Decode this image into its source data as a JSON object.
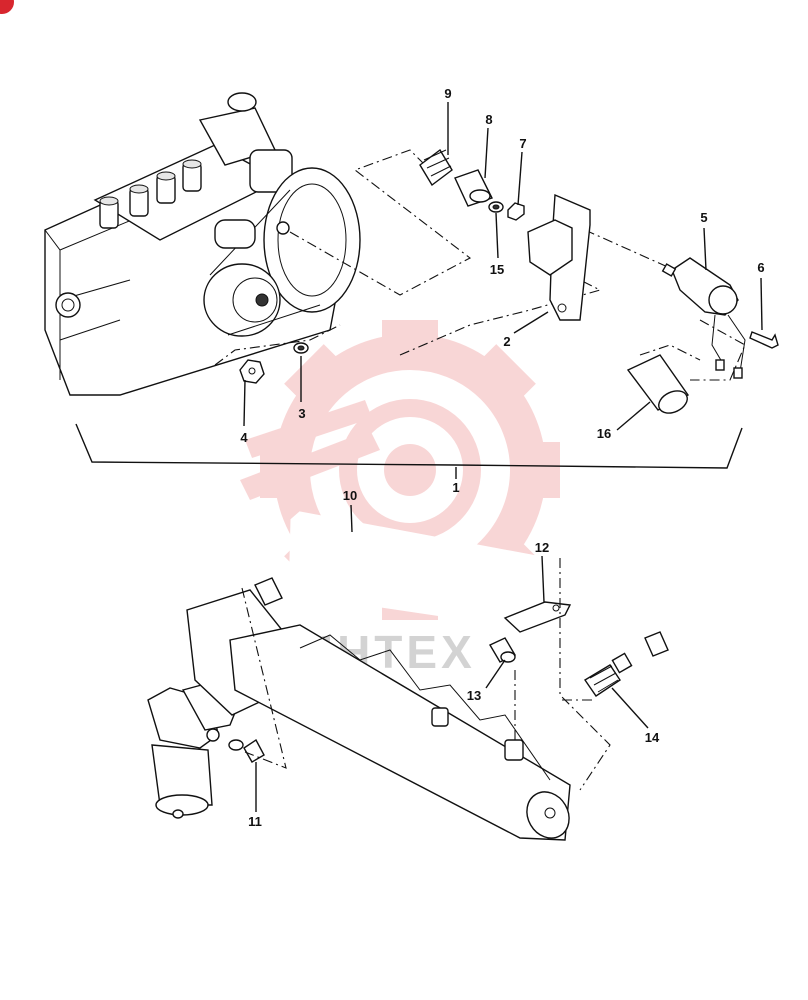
{
  "colors": {
    "line": "#111111",
    "watermark": "#f4b6b6",
    "watermark_text": "#c9c9c9",
    "badge": "#d8262e"
  },
  "watermark": {
    "text": "ИНТЕХ",
    "icon": "gear-logo-icon"
  },
  "callouts": [
    {
      "id": "c1",
      "label": "1"
    },
    {
      "id": "c2",
      "label": "2"
    },
    {
      "id": "c3",
      "label": "3"
    },
    {
      "id": "c4",
      "label": "4"
    },
    {
      "id": "c5",
      "label": "5"
    },
    {
      "id": "c6",
      "label": "6"
    },
    {
      "id": "c7",
      "label": "7"
    },
    {
      "id": "c8",
      "label": "8"
    },
    {
      "id": "c9",
      "label": "9"
    },
    {
      "id": "c10",
      "label": "10"
    },
    {
      "id": "c11",
      "label": "11"
    },
    {
      "id": "c12",
      "label": "12"
    },
    {
      "id": "c13",
      "label": "13"
    },
    {
      "id": "c14",
      "label": "14"
    },
    {
      "id": "c15",
      "label": "15"
    },
    {
      "id": "c16",
      "label": "16"
    }
  ]
}
